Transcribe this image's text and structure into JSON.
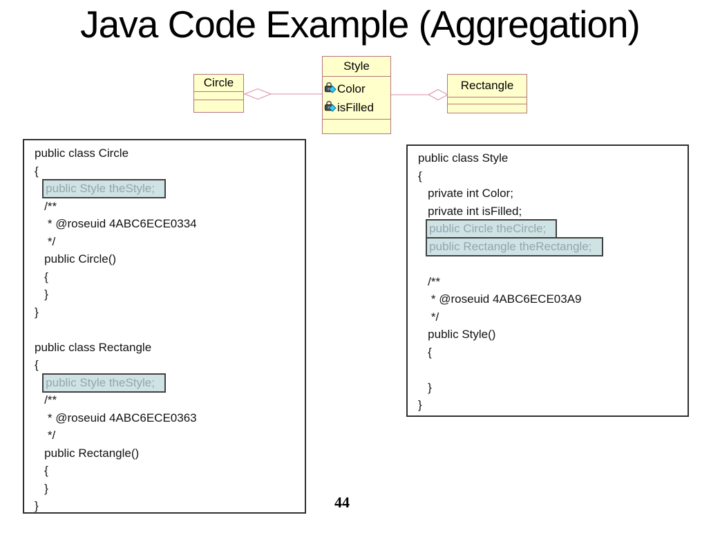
{
  "slide": {
    "title": "Java Code Example (Aggregation)",
    "page_number": "44"
  },
  "uml": {
    "circle": {
      "name": "Circle"
    },
    "style": {
      "name": "Style",
      "attributes": [
        "Color",
        "isFilled"
      ]
    },
    "rectangle": {
      "name": "Rectangle"
    },
    "relations": [
      {
        "from": "Circle",
        "to": "Style",
        "type": "aggregation"
      },
      {
        "from": "Style",
        "to": "Rectangle",
        "type": "aggregation"
      }
    ]
  },
  "code": {
    "left": {
      "lines": [
        {
          "pre": "",
          "text": "public class Circle",
          "hl": false
        },
        {
          "pre": "",
          "text": "{",
          "hl": false
        },
        {
          "pre": "   ",
          "text": "public Style theStyle;",
          "hl": true
        },
        {
          "pre": "   ",
          "text": "/**",
          "hl": false
        },
        {
          "pre": "    ",
          "text": "* @roseuid 4ABC6ECE0334",
          "hl": false
        },
        {
          "pre": "    ",
          "text": "*/",
          "hl": false
        },
        {
          "pre": "   ",
          "text": "public Circle()",
          "hl": false
        },
        {
          "pre": "   ",
          "text": "{",
          "hl": false
        },
        {
          "pre": "   ",
          "text": "}",
          "hl": false
        },
        {
          "pre": "",
          "text": "}",
          "hl": false
        },
        {
          "pre": "",
          "text": "",
          "hl": false
        },
        {
          "pre": "",
          "text": "public class Rectangle",
          "hl": false
        },
        {
          "pre": "",
          "text": "{",
          "hl": false
        },
        {
          "pre": "   ",
          "text": "public Style theStyle;",
          "hl": true
        },
        {
          "pre": "   ",
          "text": "/**",
          "hl": false
        },
        {
          "pre": "    ",
          "text": "* @roseuid 4ABC6ECE0363",
          "hl": false
        },
        {
          "pre": "    ",
          "text": "*/",
          "hl": false
        },
        {
          "pre": "   ",
          "text": "public Rectangle()",
          "hl": false
        },
        {
          "pre": "   ",
          "text": "{",
          "hl": false
        },
        {
          "pre": "   ",
          "text": "}",
          "hl": false
        },
        {
          "pre": "",
          "text": "}",
          "hl": false
        }
      ]
    },
    "right": {
      "lines": [
        {
          "pre": "",
          "text": "public class Style",
          "hl": false
        },
        {
          "pre": "",
          "text": "{",
          "hl": false
        },
        {
          "pre": "   ",
          "text": "private int Color;",
          "hl": false
        },
        {
          "pre": "   ",
          "text": "private int isFilled;",
          "hl": false
        },
        {
          "pre": "   ",
          "text": "public Circle theCircle;",
          "hl": true
        },
        {
          "pre": "   ",
          "text": "public Rectangle theRectangle;",
          "hl": true
        },
        {
          "pre": "",
          "text": "",
          "hl": false
        },
        {
          "pre": "   ",
          "text": "/**",
          "hl": false
        },
        {
          "pre": "    ",
          "text": "* @roseuid 4ABC6ECE03A9",
          "hl": false
        },
        {
          "pre": "    ",
          "text": "*/",
          "hl": false
        },
        {
          "pre": "   ",
          "text": "public Style()",
          "hl": false
        },
        {
          "pre": "   ",
          "text": "{",
          "hl": false
        },
        {
          "pre": "",
          "text": "",
          "hl": false
        },
        {
          "pre": "   ",
          "text": "}",
          "hl": false
        },
        {
          "pre": "",
          "text": "}",
          "hl": false
        }
      ]
    }
  },
  "colors": {
    "uml_fill": "#ffffcc",
    "uml_border": "#b5737d",
    "connector_pink": "#d88ea4",
    "highlight_bg": "#cfe2e4",
    "highlight_border": "#3f3f3f",
    "highlight_text": "#92a7ad",
    "attr_diamond_cyan": "#35cdf2",
    "attr_lock_gray": "#4a4a4a"
  }
}
